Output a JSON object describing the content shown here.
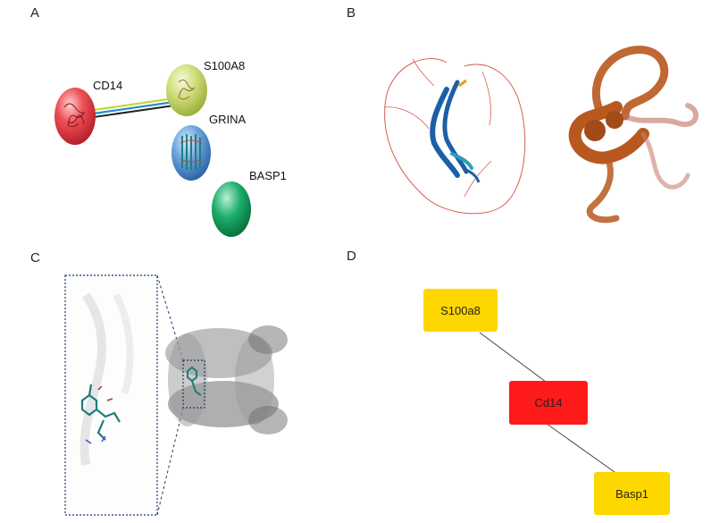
{
  "panels": {
    "a": "A",
    "b": "B",
    "c": "C",
    "d": "D"
  },
  "panel_a": {
    "nodes": [
      {
        "label": "CD14",
        "color": "#e8474f"
      },
      {
        "label": "S100A8",
        "color": "#c8d770"
      },
      {
        "label": "GRINA",
        "color": "#5f9ad4"
      },
      {
        "label": "BASP1",
        "color": "#1aa064"
      }
    ],
    "edge_colors": [
      "#c6d43c",
      "#1f8fc9",
      "#222222"
    ]
  },
  "panel_d": {
    "nodes": [
      {
        "label": "S100a8",
        "color": "#ffd700"
      },
      {
        "label": "Cd14",
        "color": "#ff1a1a"
      },
      {
        "label": "Basp1",
        "color": "#ffd700"
      }
    ]
  },
  "colors": {
    "protein_blue": "#1b5fa8",
    "protein_red": "#d06050",
    "protein_orange": "#b8581e",
    "ligand_teal": "#1f7b7b",
    "dotted_frame": "#1a3a6a"
  }
}
